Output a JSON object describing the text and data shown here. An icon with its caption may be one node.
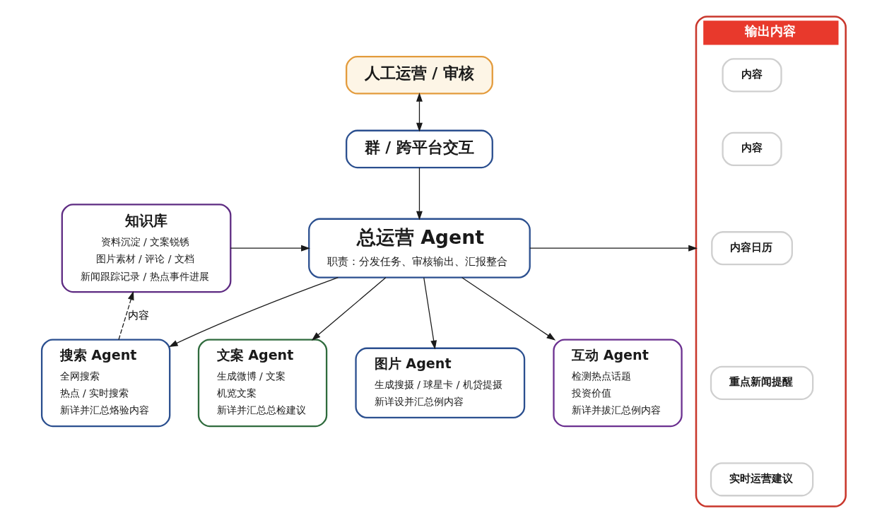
{
  "diagram": {
    "nodes": [
      {
        "text": [
          "人工运营 / 审核"
        ]
      },
      {
        "text": [
          "群 / 跨平台交互"
        ]
      },
      {
        "text": [
          "知识库",
          "资料沉淀 / 文案锐锈",
          "图片素材 / 评论 / 文档",
          "新闻跟踪记录 / 热点事件进展"
        ]
      },
      {
        "text": [
          "总运营 Agent",
          "职责：分发任务、审核输出、汇报整合"
        ]
      },
      {
        "text": [
          "输出内容"
        ]
      },
      {
        "text": [
          "内容"
        ],
        "in": 4
      },
      {
        "text": [
          "内容"
        ],
        "in": 4
      },
      {
        "text": [
          "内容日历"
        ],
        "in": 4
      },
      {
        "text": [
          "重点新闻提醒"
        ],
        "in": 4
      },
      {
        "text": [
          "实时运营建议"
        ],
        "in": 4
      },
      {
        "text": [
          "搜索 Agent",
          "全网搜索",
          "热点 / 实时搜索",
          "新详并汇总烙验内容"
        ]
      },
      {
        "text": [
          "文案 Agent",
          "生成微博 / 文案",
          "机览文案",
          "新详并汇总总检建议"
        ]
      },
      {
        "text": [
          "图片 Agent",
          "生成搜摄 / 球星卡 / 机贷提摄",
          "新详设并汇总例内容"
        ]
      },
      {
        "text": [
          "互动 Agent",
          "检测热点话题",
          "投资价值",
          "新详并拔汇总例内容"
        ]
      }
    ],
    "edges": [
      {
        "from": 0,
        "to": 1,
        "arrow": "both"
      },
      {
        "from": 1,
        "to": 3,
        "arrow": "to"
      },
      {
        "from": 2,
        "to": 3,
        "arrow": "to"
      },
      {
        "from": 3,
        "to": 4,
        "arrow": "to"
      },
      {
        "from": 3,
        "to": 10,
        "arrow": "to"
      },
      {
        "from": 3,
        "to": 11,
        "arrow": "to"
      },
      {
        "from": 3,
        "to": 12,
        "arrow": "to"
      },
      {
        "from": 3,
        "to": 13,
        "arrow": "to"
      },
      {
        "from": 10,
        "to": 2,
        "arrow": "to",
        "label": "内容",
        "style": "dashed"
      }
    ]
  }
}
